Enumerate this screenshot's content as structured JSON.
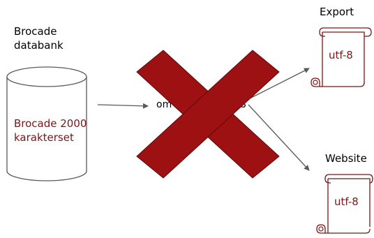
{
  "source": {
    "title_line1": "Brocade",
    "title_line2": "databank",
    "body_line1": "Brocade 2000",
    "body_line2": "karakterset"
  },
  "converter": {
    "label_left": "om",
    "label_right": "8"
  },
  "targets": [
    {
      "title": "Export",
      "encoding": "utf-8"
    },
    {
      "title": "Website",
      "encoding": "utf-8"
    }
  ],
  "colors": {
    "text_dark_red": "#7a1616",
    "cross_red": "#9e1113",
    "cross_outline": "#5c0a0b",
    "line": "#595959",
    "arrow": "#595959"
  }
}
